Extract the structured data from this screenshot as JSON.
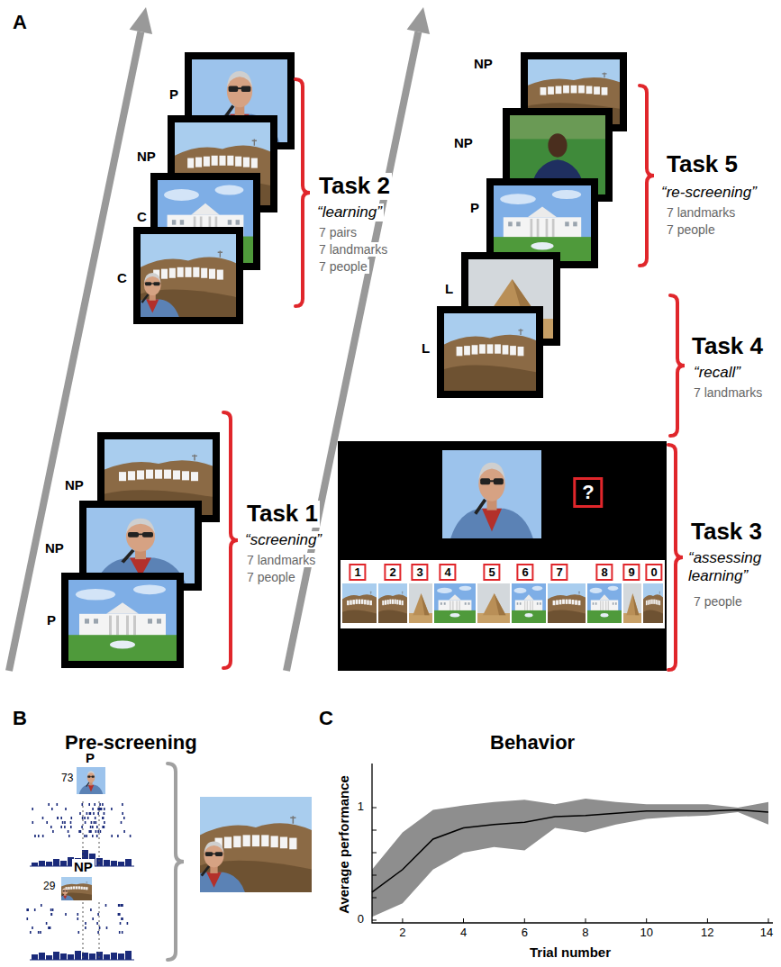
{
  "diagram": {
    "nodes": [
      {
        "text": [
          "?"
        ]
      },
      {
        "text": [
          "1"
        ]
      },
      {
        "text": [
          "2"
        ]
      },
      {
        "text": [
          "3"
        ]
      },
      {
        "text": [
          "4"
        ]
      },
      {
        "text": [
          "5"
        ]
      },
      {
        "text": [
          "6"
        ]
      },
      {
        "text": [
          "7"
        ]
      },
      {
        "text": [
          "8"
        ]
      },
      {
        "text": [
          "9"
        ]
      },
      {
        "text": [
          "0"
        ]
      }
    ],
    "labels": [
      "A",
      "P",
      "NP",
      "C",
      "C",
      "Task 2",
      "“learning”",
      "7 pairs",
      "7 landmarks",
      "7 people",
      "NP",
      "NP",
      "P",
      "Task 1",
      "“screening”",
      "7 landmarks",
      "7 people",
      "NP",
      "NP",
      "P",
      "Task 5",
      "“re-screening”",
      "7 landmarks",
      "7 people",
      "L",
      "L",
      "Task 4",
      "“recall”",
      "7 landmarks",
      "Task 3",
      "“assessing learning”",
      "7 people",
      "B",
      "Pre-screening",
      "P",
      "73",
      "NP",
      "29",
      "C",
      "Behavior",
      "Average performance",
      "0",
      "1",
      "2",
      "4",
      "6",
      "8",
      "10",
      "12",
      "14",
      "Trial number"
    ]
  }
}
